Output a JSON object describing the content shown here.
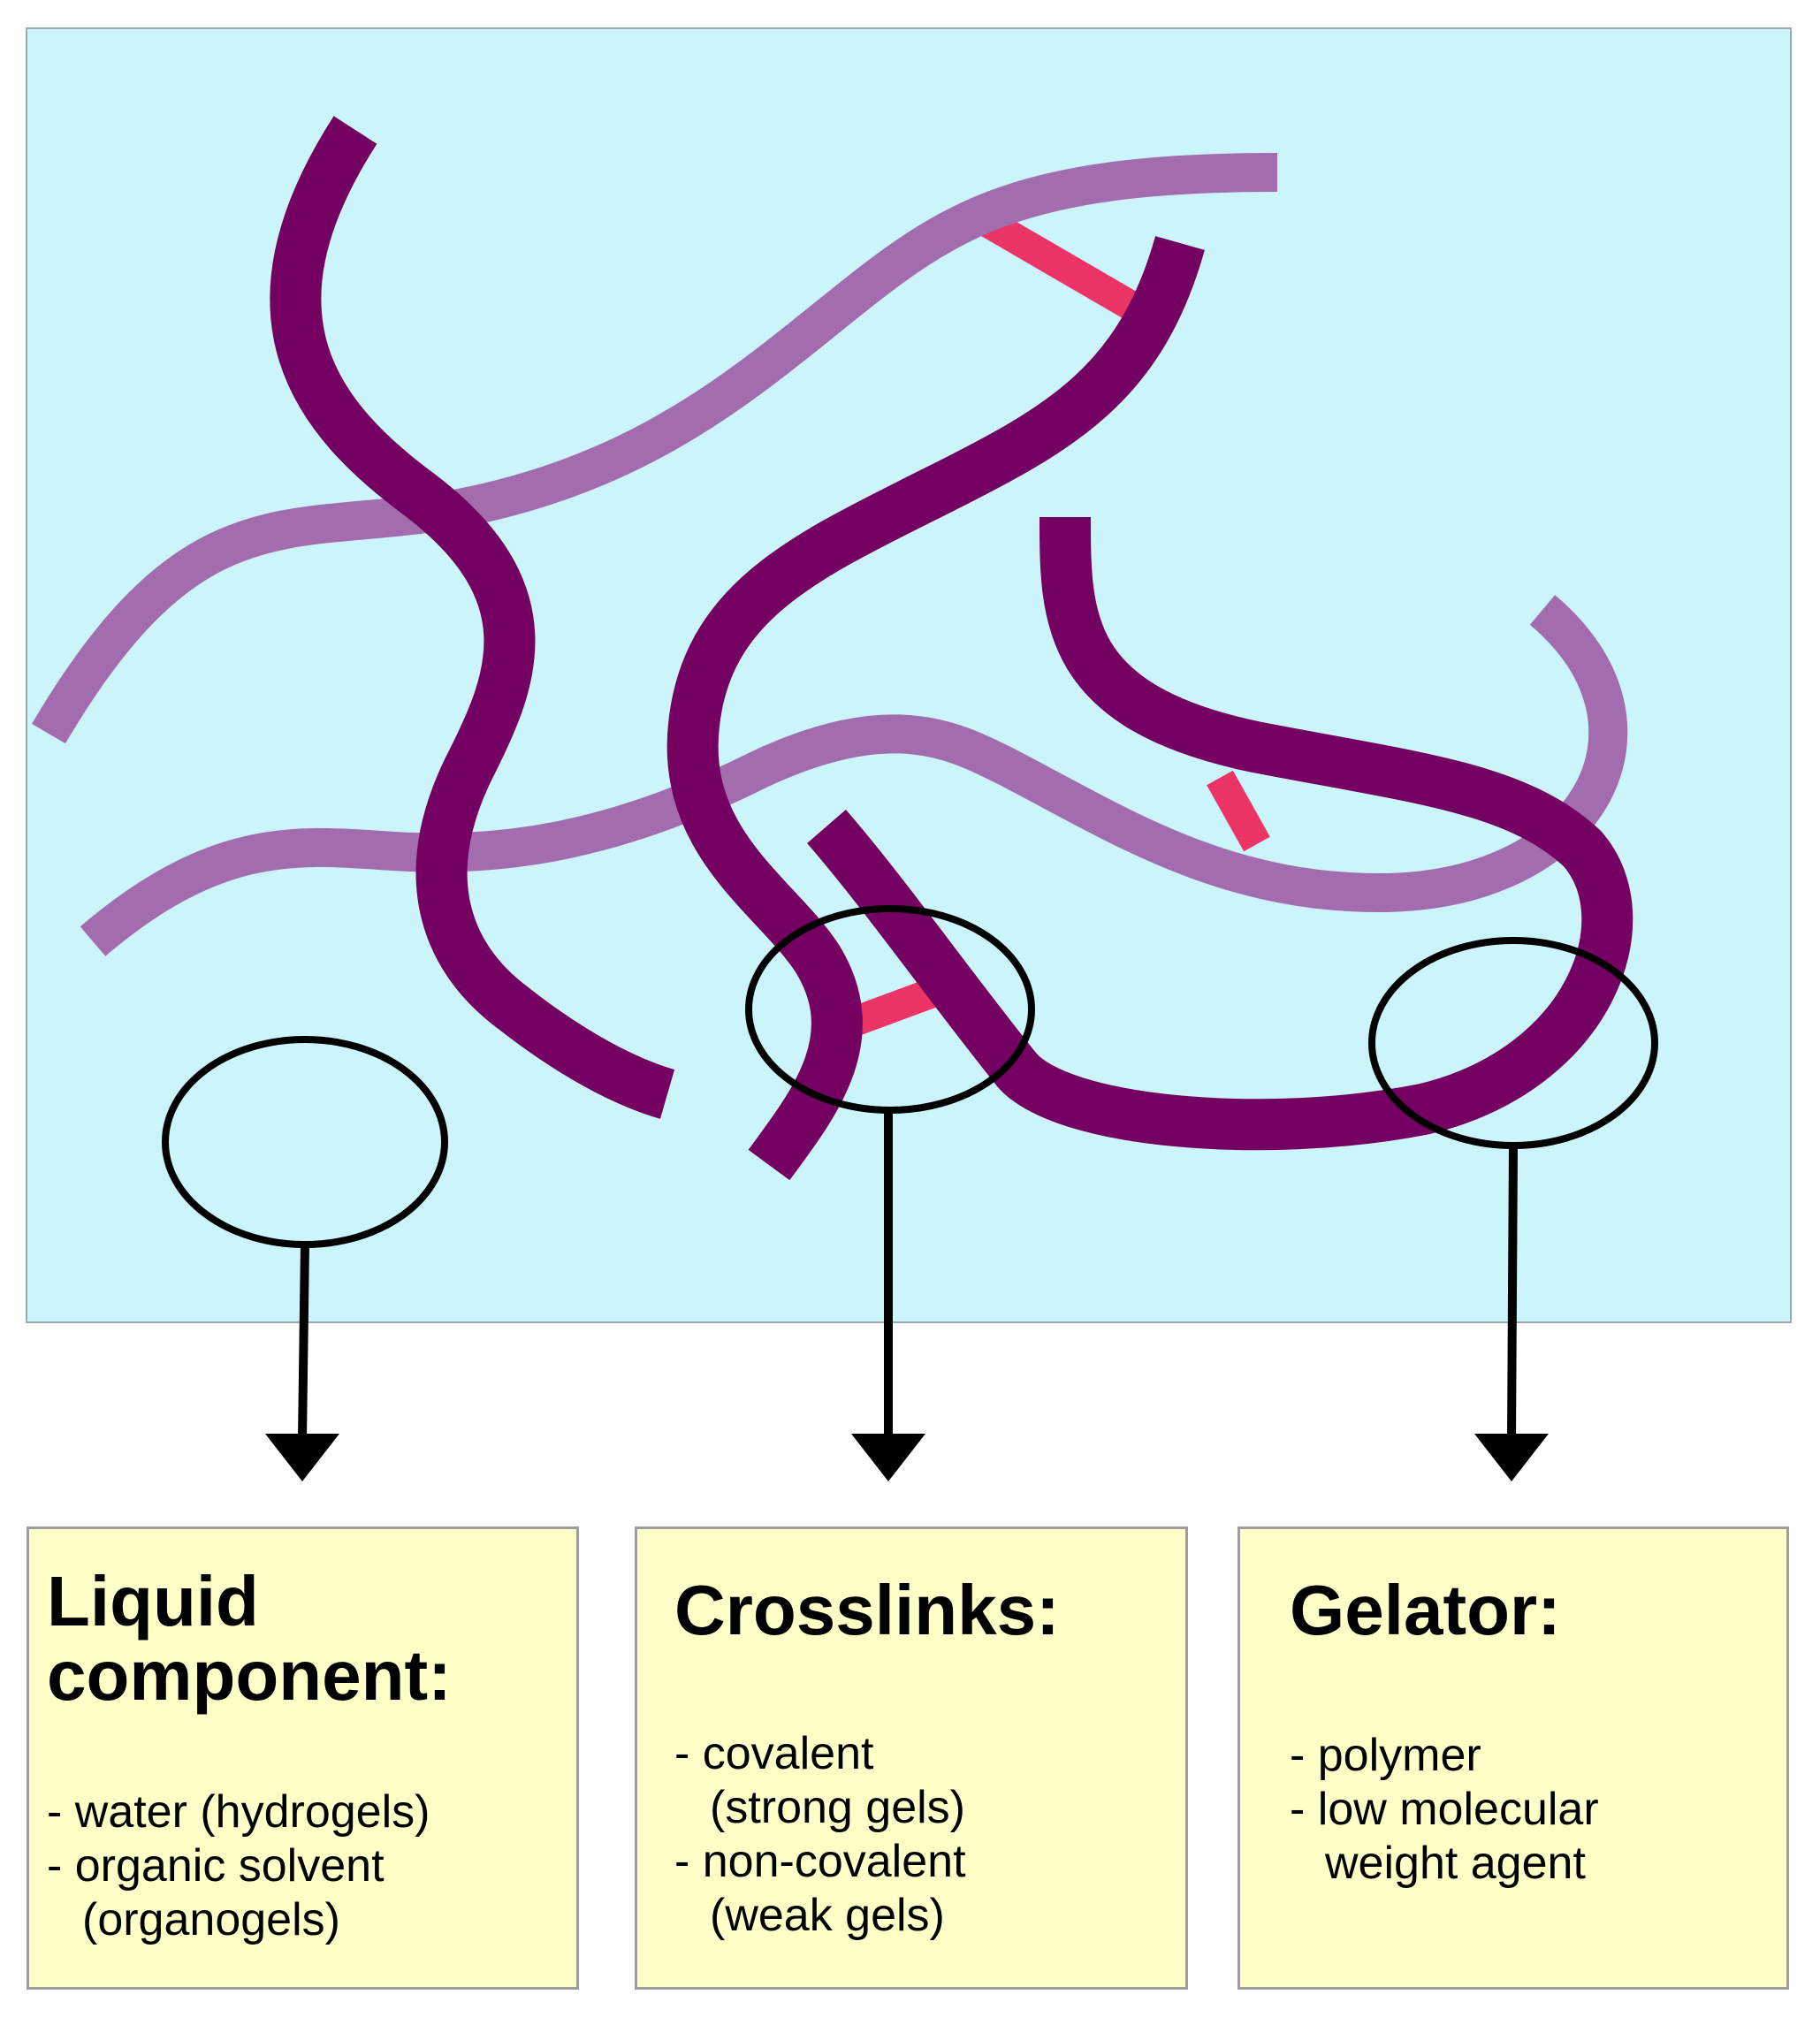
{
  "colors": {
    "liquid_background": "#cbf4fb",
    "dark_polymer": "#740062",
    "light_polymer": "#a26caf",
    "crosslink": "#ec3467",
    "label_box": "#ffffc8"
  },
  "boxes": {
    "liquid": {
      "title_line1": "Liquid",
      "title_line2": "component:",
      "items": [
        "water (hydrogels)",
        "organic solvent",
        "(organogels)"
      ]
    },
    "crosslinks": {
      "title": "Crosslinks:",
      "items": [
        "covalent",
        "(strong gels)",
        "non-covalent",
        "(weak gels)"
      ]
    },
    "gelator": {
      "title": "Gelator:",
      "items": [
        "polymer",
        "low molecular",
        "weight agent"
      ]
    }
  }
}
